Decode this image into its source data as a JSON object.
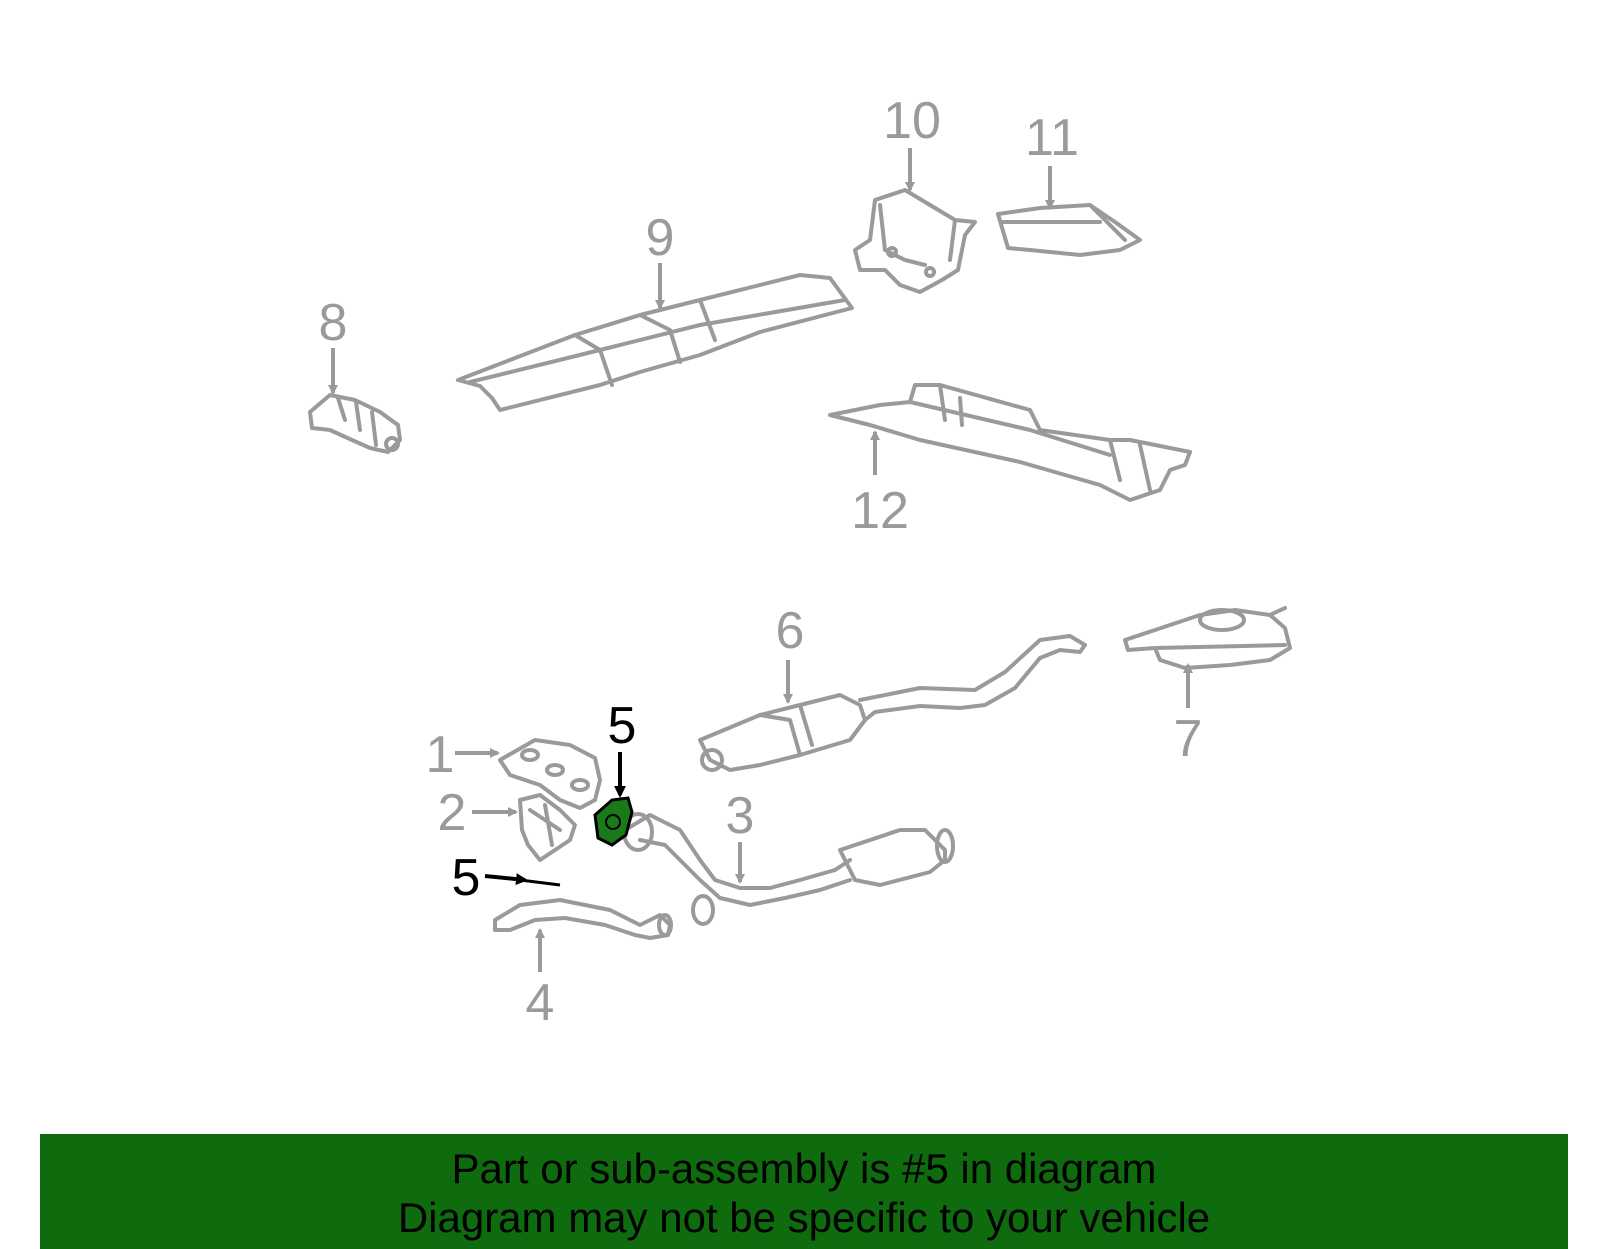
{
  "caption": {
    "line1": "Part or sub-assembly is #5 in diagram",
    "line2": "Diagram may not be specific to your vehicle"
  },
  "callouts": [
    {
      "id": "1",
      "label": "1"
    },
    {
      "id": "2",
      "label": "2"
    },
    {
      "id": "3",
      "label": "3"
    },
    {
      "id": "4",
      "label": "4"
    },
    {
      "id": "5a",
      "label": "5"
    },
    {
      "id": "5b",
      "label": "5"
    },
    {
      "id": "6",
      "label": "6"
    },
    {
      "id": "7",
      "label": "7"
    },
    {
      "id": "8",
      "label": "8"
    },
    {
      "id": "9",
      "label": "9"
    },
    {
      "id": "10",
      "label": "10"
    },
    {
      "id": "11",
      "label": "11"
    },
    {
      "id": "12",
      "label": "12"
    }
  ],
  "colors": {
    "line_gray": "#9a9a9a",
    "highlight_green": "#1a7a1a",
    "banner_green": "#0e6b0e",
    "callout_highlight": "#000000"
  },
  "highlighted_part": "5"
}
